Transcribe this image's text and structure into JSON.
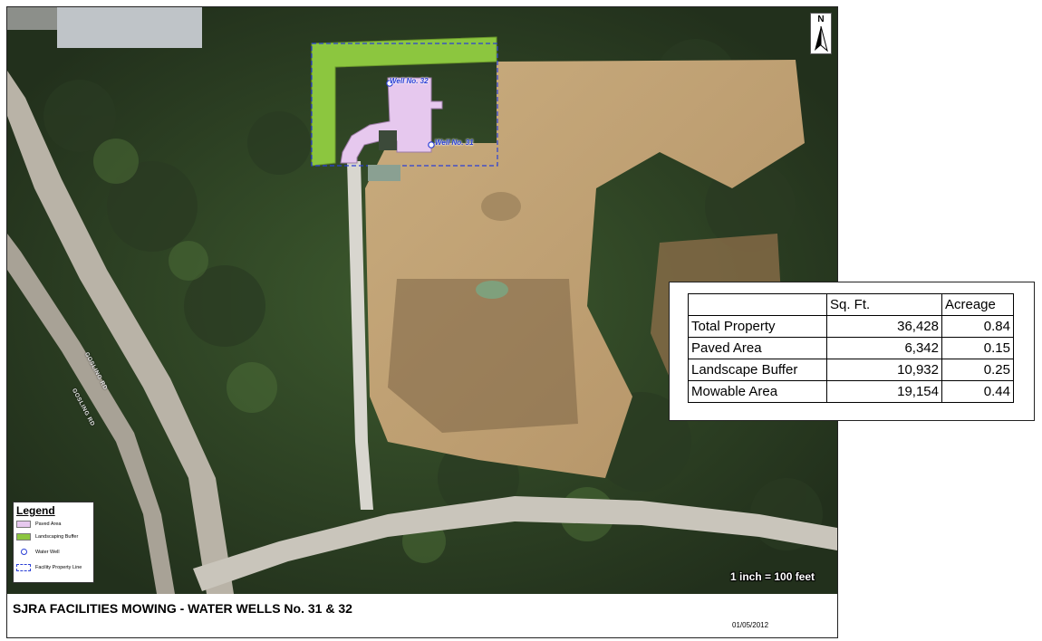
{
  "map": {
    "well_labels": [
      "Well No. 32",
      "Well No. 31"
    ],
    "road_labels": [
      "GOSLING RD",
      "GOSLING RD"
    ],
    "north_arrow": "N",
    "scale": "1 inch = 100 feet",
    "colors": {
      "paved_area": "#e6c8ee",
      "landscape_buffer": "#8cc63f",
      "property_line": "#2a3fd6",
      "water_well": "#2a3fd6"
    }
  },
  "legend": {
    "title": "Legend",
    "items": [
      {
        "label": "Paved Area",
        "icon": "paved-area-swatch"
      },
      {
        "label": "Landscaping Buffer",
        "icon": "landscape-buffer-swatch"
      },
      {
        "label": "Water Well",
        "icon": "water-well-circle-icon"
      },
      {
        "label": "Facility Property Line",
        "icon": "property-line-dashed-icon"
      }
    ]
  },
  "footer": {
    "title": "SJRA FACILITIES MOWING - WATER WELLS No. 31 & 32",
    "date": "01/05/2012"
  },
  "area_table": {
    "headers": [
      "",
      "Sq. Ft.",
      "Acreage"
    ],
    "rows": [
      {
        "label": "Total Property",
        "sqft": "36,428",
        "acreage": "0.84"
      },
      {
        "label": "Paved Area",
        "sqft": "6,342",
        "acreage": "0.15"
      },
      {
        "label": "Landscape Buffer",
        "sqft": "10,932",
        "acreage": "0.25"
      },
      {
        "label": "Mowable Area",
        "sqft": "19,154",
        "acreage": "0.44"
      }
    ]
  }
}
